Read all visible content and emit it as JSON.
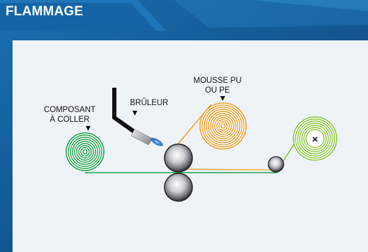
{
  "header": {
    "title": "FLAMMAGE"
  },
  "labels": {
    "composant_line1": "COMPOSANT",
    "composant_line2": "À COLLER",
    "bruleur": "BRÛLEUR",
    "mousse_line1": "MOUSSE PU",
    "mousse_line2": "OU PE",
    "product_symbol": "×"
  },
  "colors": {
    "background": "#0d4f8a",
    "panel": "#eef3f8",
    "header": "#1565a6",
    "composant_roll": "#1fa34a",
    "mousse_roll": "#f0a030",
    "product_roll": "#8cc63f",
    "web_line": "#1fa34a",
    "foam_line": "#f0a030",
    "burner": "#111111",
    "flame": "#2a78d8"
  }
}
